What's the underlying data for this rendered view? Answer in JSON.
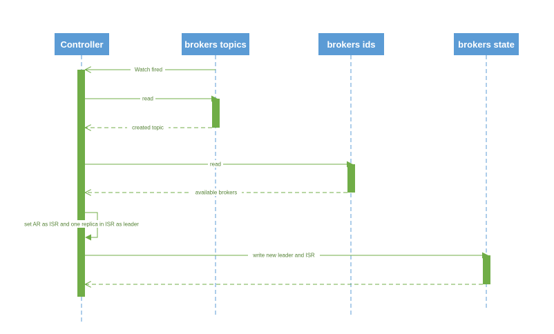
{
  "participants": [
    "Controller",
    "brokers topics",
    "brokers ids",
    "brokers state"
  ],
  "messages": [
    {
      "label": "Watch fired",
      "style": "solid",
      "direction": "left"
    },
    {
      "label": "read",
      "style": "solid",
      "direction": "right"
    },
    {
      "label": "created topic",
      "style": "dashed",
      "direction": "left"
    },
    {
      "label": "read",
      "style": "solid",
      "direction": "right"
    },
    {
      "label": "available brokers",
      "style": "dashed",
      "direction": "left"
    },
    {
      "label": "set AR as ISR and one replica in ISR as leader",
      "style": "solid",
      "direction": "self"
    },
    {
      "label": "write new leader and ISR",
      "style": "solid",
      "direction": "right"
    },
    {
      "label": "",
      "style": "dashed",
      "direction": "left"
    }
  ],
  "colors": {
    "participant_fill": "#5b9bd5",
    "participant_text": "#ffffff",
    "lifeline": "#5b9bd5",
    "activation": "#70ad47",
    "message": "#70ad47",
    "label": "#548235"
  }
}
